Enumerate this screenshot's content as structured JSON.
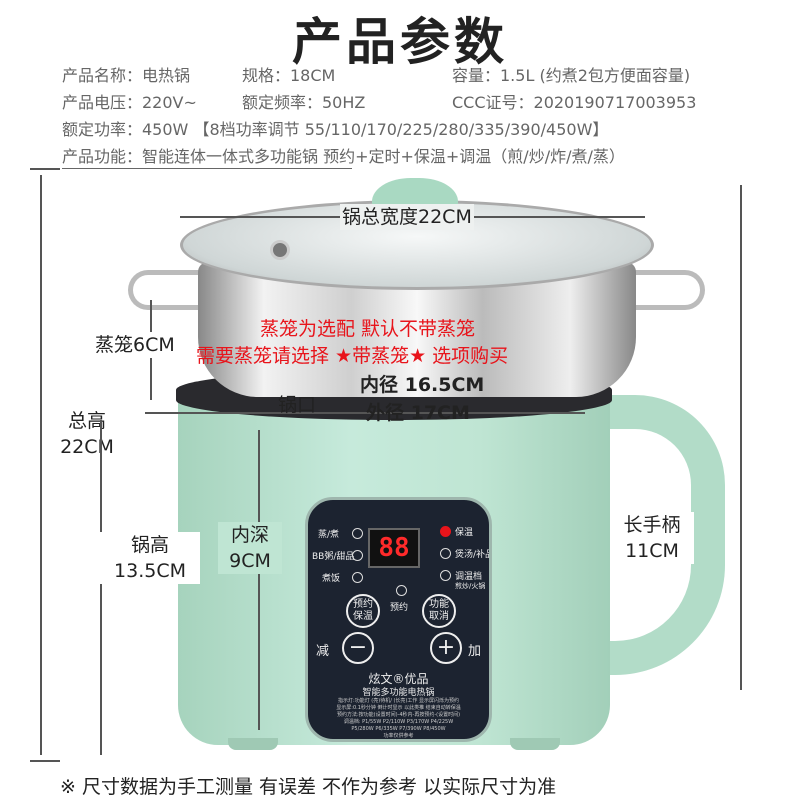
{
  "title": "产品参数",
  "specs": [
    [
      "产品名称：电热锅",
      "规格：18CM",
      "容量：1.5L (约煮2包方便面容量)"
    ],
    [
      "产品电压：220V~",
      "额定频率：50HZ",
      "CCC证号：2020190717003953"
    ],
    [
      "额定功率：450W 【8档功率调节 55/110/170/225/280/335/390/450W】"
    ],
    [
      "产品功能：智能连体一体式多功能锅 预约+定时+保温+调温（煎/炒/炸/煮/蒸）"
    ]
  ],
  "dimensions": {
    "width": "锅总宽度22CM",
    "total_height_1": "总高",
    "total_height_2": "22CM",
    "steamer": "蒸笼6CM",
    "mouth": "锅口",
    "inner_dia": "内径 16.5CM",
    "outer_dia": "外径 17CM",
    "pot_height_1": "锅高",
    "pot_height_2": "13.5CM",
    "depth_1": "内深",
    "depth_2": "9CM",
    "handle_1": "长手柄",
    "handle_2": "11CM"
  },
  "notice": {
    "line1": "蒸笼为选配 默认不带蒸笼",
    "line2": "需要蒸笼请选择 ★带蒸笼★ 选项购买"
  },
  "panel": {
    "display": "88",
    "left_modes": [
      "蒸/煮",
      "BB粥/甜品",
      "煮饭"
    ],
    "right_modes": [
      "保温",
      "煲汤/补品",
      "调温档"
    ],
    "right_sub": "煎炒/火锅",
    "active_mode": "保温",
    "reserve_led": "预约",
    "btn_reserve_1": "预约",
    "btn_reserve_2": "保温",
    "btn_cancel_1": "功能",
    "btn_cancel_2": "取消",
    "minus_label": "减",
    "plus_label": "加",
    "brand": "炫文®优品",
    "subtitle": "智能多功能电热锅",
    "fine_print": [
      "指示灯:功能灯 (亮)待机/ (长亮)工作 显示屏闪烁为预约",
      "显示屏:0.1秒分钟 倒计时显示 以此类推 结束自动转保温",
      "预约方法:按功能(设置时间)-4秒内-再按预约-(设置时间)",
      "调温档: P1/55W  P2/110W  P3/170W  P4/225W",
      "P5/280W  P6/335W  P7/390W  P8/450W",
      "功率仅供参考"
    ],
    "led_color": "#e8141b"
  },
  "footer": "※ 尺寸数据为手工测量 有误差 不作为参考 以实际尺寸为准",
  "colors": {
    "body": "#b9e2cf",
    "panel": "#1c2330",
    "accent_red": "#e8141b"
  }
}
